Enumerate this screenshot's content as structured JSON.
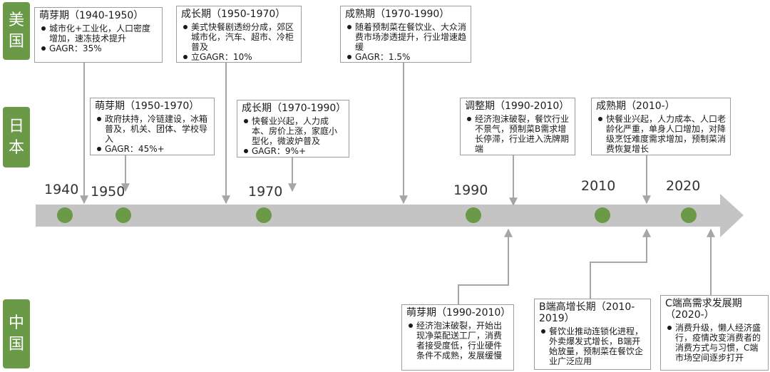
{
  "countries": {
    "us": [
      "美",
      "国"
    ],
    "jp": [
      "日",
      "本"
    ],
    "cn": [
      "中",
      "国"
    ]
  },
  "years": [
    "1940",
    "1950",
    "1970",
    "1990",
    "2010",
    "2020"
  ],
  "cards": {
    "us_1": {
      "title": "萌芽期（1940-1950）",
      "items": [
        "城市化+工业化，人口密度增加，速冻技术提升",
        "GAGR：35%"
      ]
    },
    "us_2": {
      "title": "成长期（1950-1970）",
      "items": [
        "美式快餐剧透纷分成，郊区城市化，汽车、超市、冷柜普及",
        "立GAGR：10%"
      ]
    },
    "us_3": {
      "title": "成熟期（1970-1990）",
      "items": [
        "随着预制菜在餐饮业、大众消费市场渗透提升，行业增速趋缓",
        "GAGR：1.5%"
      ]
    },
    "jp_1": {
      "title": "萌芽期（1950-1970）",
      "items": [
        "政府扶持，冷链建设，冰箱普及，机关、团体、学校导入",
        "GAGR：45%+"
      ]
    },
    "jp_2": {
      "title": "成长期（1970-1990）",
      "items": [
        "快餐业兴起，人力成本、房价上涨，家庭小型化，微波炉普及",
        "GAGR：9%+"
      ]
    },
    "jp_3": {
      "title": "调整期（1990-2010）",
      "items": [
        "经济泡沫破裂，餐饮行业不景气，预制菜B需求增长停滞，行业进入洗牌期端"
      ]
    },
    "jp_4": {
      "title": "成熟期（2010-）",
      "items": [
        "快餐业兴起，人力成本、人口老龄化严重，单身人口增加，对降级烹饪难度需求增加，预制菜消费恢复增长"
      ]
    },
    "cn_1": {
      "title": "萌芽期（1990-2010）",
      "items": [
        "经济泡沫破裂，开始出现净菜配送工厂，消费者接受度低，行业硬件条件不成熟，发展缓慢"
      ]
    },
    "cn_2": {
      "title": "B端高增长期（2010-2019）",
      "items": [
        "餐饮业推动连锁化进程，外卖爆发式增长，B端开始放量，预制菜在餐饮企业广泛应用"
      ]
    },
    "cn_3": {
      "title": "C端高需求发展期（2020-）",
      "items": [
        "消费升级，懒人经济盛行，疫情改变消费者的消费方式与习惯，C端市场空间逐步打开"
      ]
    }
  },
  "colors": {
    "accent": "#6a9a47",
    "timeline": "#c4c4c4",
    "connector": "#a6a6a6",
    "border": "#9e9e9e"
  }
}
